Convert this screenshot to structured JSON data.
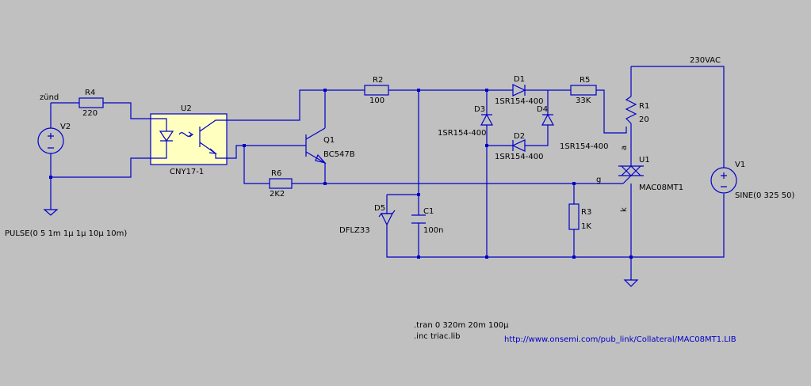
{
  "components": {
    "V2": {
      "ref": "V2",
      "value": "PULSE(0 5 1m 1µ 1µ 10µ 10m)"
    },
    "R4": {
      "ref": "R4",
      "value": "220"
    },
    "U2": {
      "ref": "U2",
      "value": "CNY17-1"
    },
    "Q1": {
      "ref": "Q1",
      "value": "BC547B"
    },
    "R2": {
      "ref": "R2",
      "value": "100"
    },
    "R6": {
      "ref": "R6",
      "value": "2K2"
    },
    "D5": {
      "ref": "D5",
      "value": "DFLZ33"
    },
    "C1": {
      "ref": "C1",
      "value": "100n"
    },
    "D1": {
      "ref": "D1",
      "value": "1SR154-400"
    },
    "D2": {
      "ref": "D2",
      "value": "1SR154-400"
    },
    "D3": {
      "ref": "D3",
      "value": "1SR154-400"
    },
    "D4": {
      "ref": "D4",
      "value": "1SR154-400"
    },
    "R5": {
      "ref": "R5",
      "value": "33K"
    },
    "R1": {
      "ref": "R1",
      "value": "20"
    },
    "R3": {
      "ref": "R3",
      "value": "1K"
    },
    "U1": {
      "ref": "U1",
      "value": "MAC08MT1"
    },
    "V1": {
      "ref": "V1",
      "value": "SINE(0 325 50)"
    }
  },
  "nets": {
    "zuend": "zünd",
    "vac": "230VAC",
    "anode": "a",
    "gate": "g",
    "cathode": "k"
  },
  "directives": {
    "tran": ".tran 0 320m 20m 100µ",
    "inc": ".inc triac.lib",
    "url": "http://www.onsemi.com/pub_link/Collateral/MAC08MT1.LIB"
  },
  "colors": {
    "background": "#c0c0c0",
    "wire": "#0000c8",
    "optocoupler_fill": "#ffffc0",
    "link": "#0000c8"
  }
}
